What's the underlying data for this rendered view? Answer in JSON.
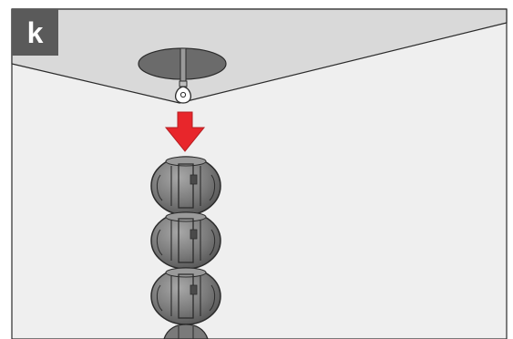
{
  "step": {
    "label": "k"
  },
  "colors": {
    "ceiling": "#d9d9d9",
    "wall": "#efefef",
    "outline": "#2b2b2b",
    "badge": "#5a5a5a",
    "arrow": "#e8262b",
    "mount_plate": "#6b6b6b",
    "lamp_body": "#7a7a7a"
  },
  "icons": [
    "ceiling-mount-plate",
    "hook-eyelet",
    "down-arrow-icon",
    "pendant-lamp-shade"
  ],
  "lamp": {
    "visible_shades": 3
  }
}
